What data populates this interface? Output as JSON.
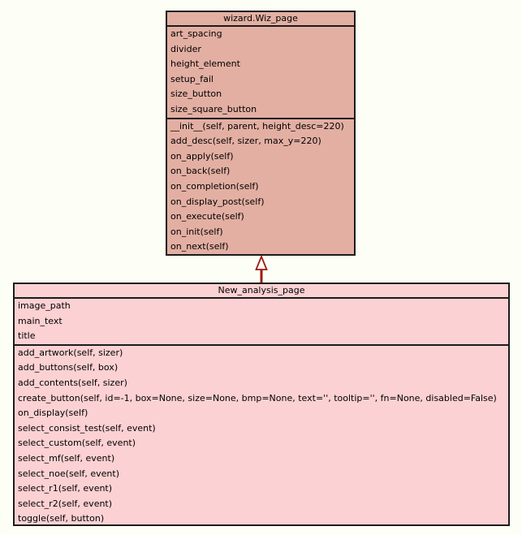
{
  "diagram": {
    "type": "uml-class-diagram",
    "background_color": "#FDFFF7",
    "border_color": "#1c1c1c",
    "classes": [
      {
        "id": "wiz_page",
        "title": "wizard.Wiz_page",
        "fill": "#E3AFA3",
        "attributes": [
          "art_spacing",
          "divider",
          "height_element",
          "setup_fail",
          "size_button",
          "size_square_button"
        ],
        "methods": [
          "__init__(self, parent, height_desc=220)",
          "add_desc(self, sizer, max_y=220)",
          "on_apply(self)",
          "on_back(self)",
          "on_completion(self)",
          "on_display_post(self)",
          "on_execute(self)",
          "on_init(self)",
          "on_next(self)"
        ]
      },
      {
        "id": "new_analysis_page",
        "title": "New_analysis_page",
        "fill": "#FCD1D3",
        "attributes": [
          "image_path",
          "main_text",
          "title"
        ],
        "methods": [
          "add_artwork(self, sizer)",
          "add_buttons(self, box)",
          "add_contents(self, sizer)",
          "create_button(self, id=-1, box=None, size=None, bmp=None, text='', tooltip='', fn=None, disabled=False)",
          "on_display(self)",
          "select_consist_test(self, event)",
          "select_custom(self, event)",
          "select_mf(self, event)",
          "select_noe(self, event)",
          "select_r1(self, event)",
          "select_r2(self, event)",
          "toggle(self, button)"
        ]
      }
    ],
    "relationship": {
      "kind": "inheritance",
      "from": "New_analysis_page",
      "to": "wizard.Wiz_page",
      "color": "#9E1A10",
      "head_fill": "#FDFFF7"
    }
  }
}
